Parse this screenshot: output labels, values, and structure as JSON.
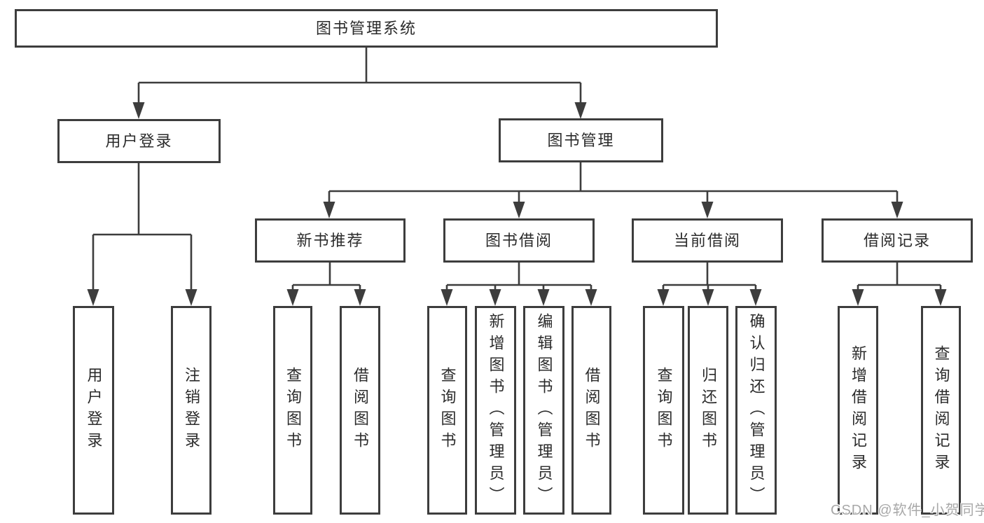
{
  "tree": {
    "root": {
      "label": "图书管理系统"
    },
    "branches": [
      {
        "label": "用户登录",
        "children": [
          {
            "label": "用户登录"
          },
          {
            "label": "注销登录"
          }
        ]
      },
      {
        "label": "图书管理",
        "children": [
          {
            "label": "新书推荐",
            "children": [
              {
                "label": "查询图书"
              },
              {
                "label": "借阅图书"
              }
            ]
          },
          {
            "label": "图书借阅",
            "children": [
              {
                "label": "查询图书"
              },
              {
                "label": "新增图书（管理员）"
              },
              {
                "label": "编辑图书（管理员）"
              },
              {
                "label": "借阅图书"
              }
            ]
          },
          {
            "label": "当前借阅",
            "children": [
              {
                "label": "查询图书"
              },
              {
                "label": "归还图书"
              },
              {
                "label": "确认归还（管理员）"
              }
            ]
          },
          {
            "label": "借阅记录",
            "children": [
              {
                "label": "新增借阅记录"
              },
              {
                "label": "查询借阅记录"
              }
            ]
          }
        ]
      }
    ]
  },
  "watermark": {
    "text": "CSDN @软件_小贺同学"
  },
  "colors": {
    "background": "#ffffff",
    "box_border": "#3d3d3d",
    "connector": "#3d3d3d",
    "text": "#2b2b2b",
    "watermark": "#a8a8a8"
  }
}
